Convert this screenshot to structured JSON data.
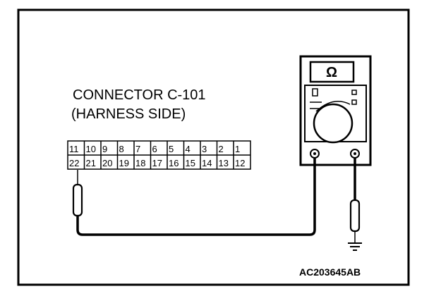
{
  "connector": {
    "title": "CONNECTOR C-101",
    "subtitle": "(HARNESS SIDE)",
    "top_row": [
      "11",
      "10",
      "9",
      "8",
      "7",
      "6",
      "5",
      "4",
      "3",
      "2",
      "1"
    ],
    "bottom_row": [
      "22",
      "21",
      "20",
      "19",
      "18",
      "17",
      "16",
      "15",
      "14",
      "13",
      "12"
    ]
  },
  "meter": {
    "symbol": "Ω"
  },
  "figure_code": "AC203645AB"
}
